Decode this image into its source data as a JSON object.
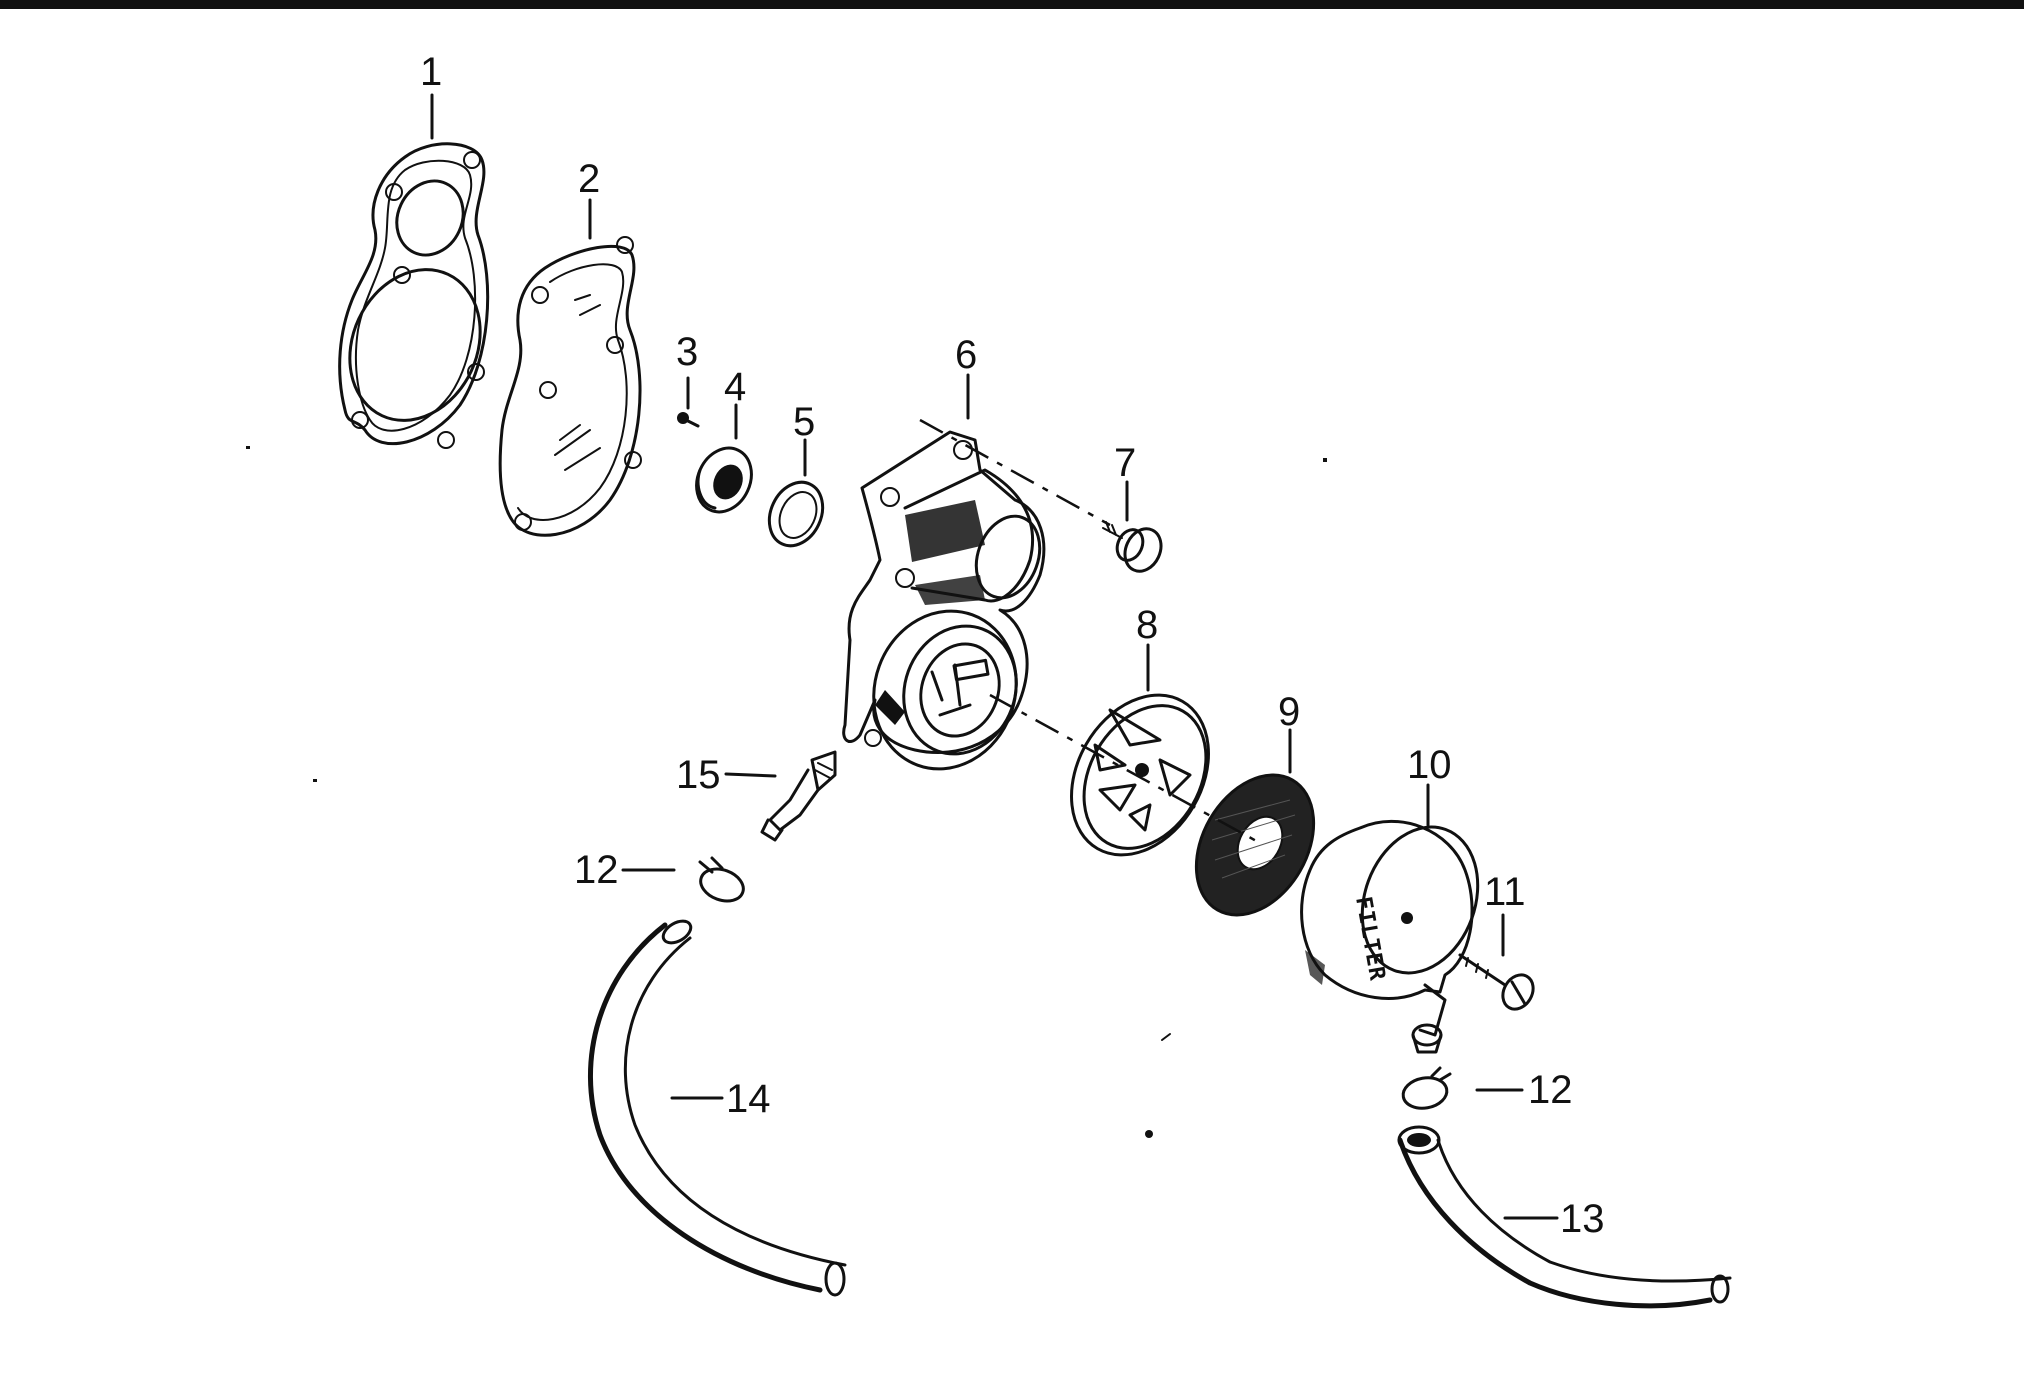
{
  "diagram": {
    "part_labels": [
      "1",
      "2",
      "3",
      "4",
      "5",
      "6",
      "7",
      "8",
      "9",
      "10",
      "11",
      "12",
      "12",
      "13",
      "14",
      "15"
    ],
    "housing_text": "FILTER"
  }
}
